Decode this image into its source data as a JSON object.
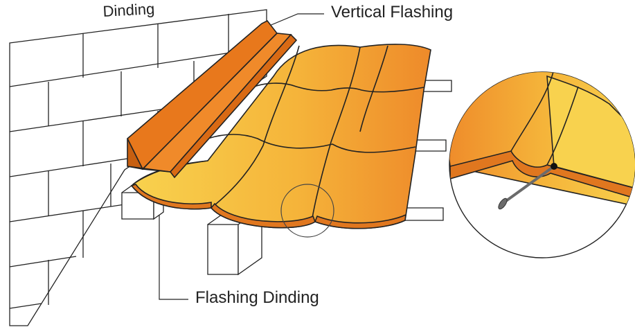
{
  "labels": {
    "wall": "Dinding",
    "vertical_flashing": "Vertical Flashing",
    "flashing_dinding": "Flashing Dinding"
  },
  "colors": {
    "tile_light": "#F8D24E",
    "tile_mid": "#F5B43A",
    "tile_dark": "#EE8A2A",
    "tile_edge": "#E0771F",
    "flashing": "#E8781C",
    "flashing_dark": "#C75F10",
    "stroke": "#222222",
    "nail": "#6B6B6B"
  }
}
